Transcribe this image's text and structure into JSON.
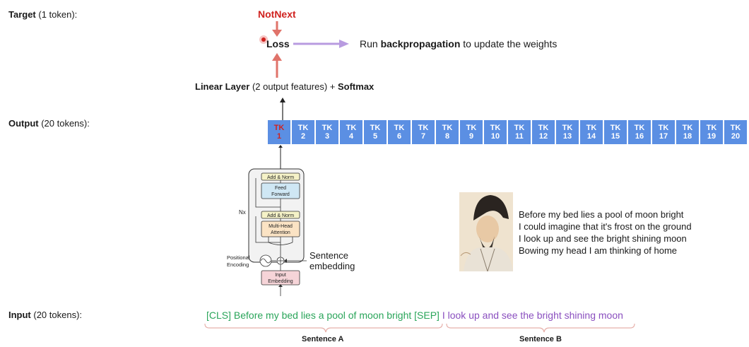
{
  "rows": {
    "target": {
      "bold": "Target",
      "rest": " (1 token):"
    },
    "output": {
      "bold": "Output",
      "rest": " (20 tokens):"
    },
    "input": {
      "bold": "Input",
      "rest": " (20 tokens):"
    }
  },
  "target": {
    "label": "NotNext",
    "loss": "Loss",
    "backprop_pre": "Run ",
    "backprop_bold": "backpropagation",
    "backprop_post": " to update the weights"
  },
  "linear": {
    "bold1": "Linear Layer",
    "mid": " (2 output features) + ",
    "bold2": "Softmax"
  },
  "tokens": [
    [
      "TK",
      "1"
    ],
    [
      "TK",
      "2"
    ],
    [
      "TK",
      "3"
    ],
    [
      "TK",
      "4"
    ],
    [
      "TK",
      "5"
    ],
    [
      "TK",
      "6"
    ],
    [
      "TK",
      "7"
    ],
    [
      "TK",
      "8"
    ],
    [
      "TK",
      "9"
    ],
    [
      "TK",
      "10"
    ],
    [
      "TK",
      "11"
    ],
    [
      "TK",
      "12"
    ],
    [
      "TK",
      "13"
    ],
    [
      "TK",
      "14"
    ],
    [
      "TK",
      "15"
    ],
    [
      "TK",
      "16"
    ],
    [
      "TK",
      "17"
    ],
    [
      "TK",
      "18"
    ],
    [
      "TK",
      "19"
    ],
    [
      "TK",
      "20"
    ]
  ],
  "highlight_token_index": 0,
  "transformer": {
    "add_norm": "Add & Norm",
    "ff_line1": "Feed",
    "ff_line2": "Forward",
    "mha_line1": "Multi-Head",
    "mha_line2": "Attention",
    "nx": "Nx",
    "pos_line1": "Positional",
    "pos_line2": "Encoding",
    "emb_line1": "Input",
    "emb_line2": "Embedding",
    "sent_line1": "Sentence",
    "sent_line2": "embedding"
  },
  "poem": [
    "Before my bed lies a pool of moon bright",
    "I could imagine that it's frost on the ground",
    "I look up and see the bright shining moon",
    "Bowing my head I am thinking of home"
  ],
  "input": {
    "sentence_a": "[CLS] Before my bed lies a pool of moon bright [SEP]",
    "sentence_b": " I look up and see the bright shining moon",
    "label_a": "Sentence A",
    "label_b": "Sentence B"
  },
  "colors": {
    "token": "#5b8fe3",
    "highlight": "#d0221f",
    "arrow_red": "#e0736a",
    "arrow_purple": "#b89be0",
    "sentence_a": "#2aa55a",
    "sentence_b": "#8a4fbf",
    "ff_block": "#cfe7f4",
    "attn_block": "#fbe3c4",
    "addnorm_block": "#f5f2c7",
    "emb_block": "#f6d4d8"
  }
}
